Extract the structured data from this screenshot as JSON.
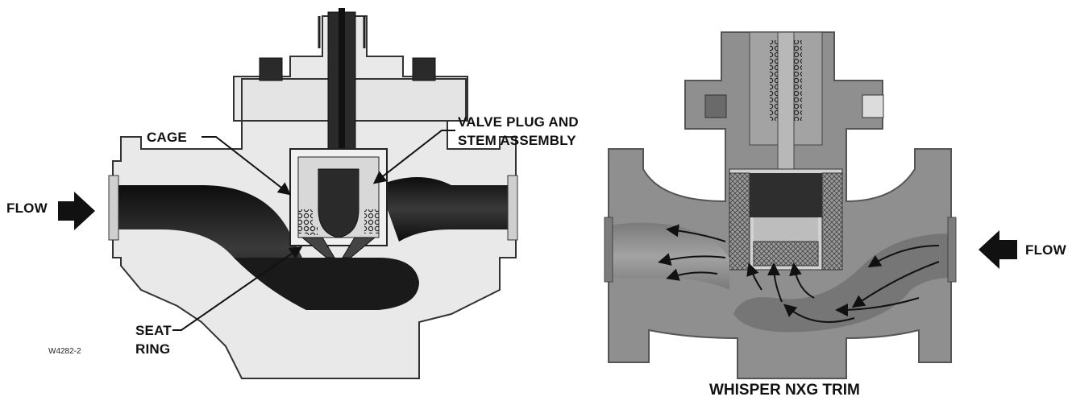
{
  "left_diagram": {
    "flow_label": "FLOW",
    "cage_label": "CAGE",
    "plug_label_line1": "VALVE PLUG AND",
    "plug_label_line2": "STEM ASSEMBLY",
    "seat_label_line1": "SEAT",
    "seat_label_line2": "RING",
    "figure_id": "W4282-2"
  },
  "right_diagram": {
    "flow_label": "FLOW",
    "caption": "WHISPER NXG TRIM"
  },
  "colors": {
    "body_light": "#e6e6e6",
    "body_dark": "#1a1a1a",
    "body_mid": "#8c8c8c",
    "outline": "#333333"
  }
}
